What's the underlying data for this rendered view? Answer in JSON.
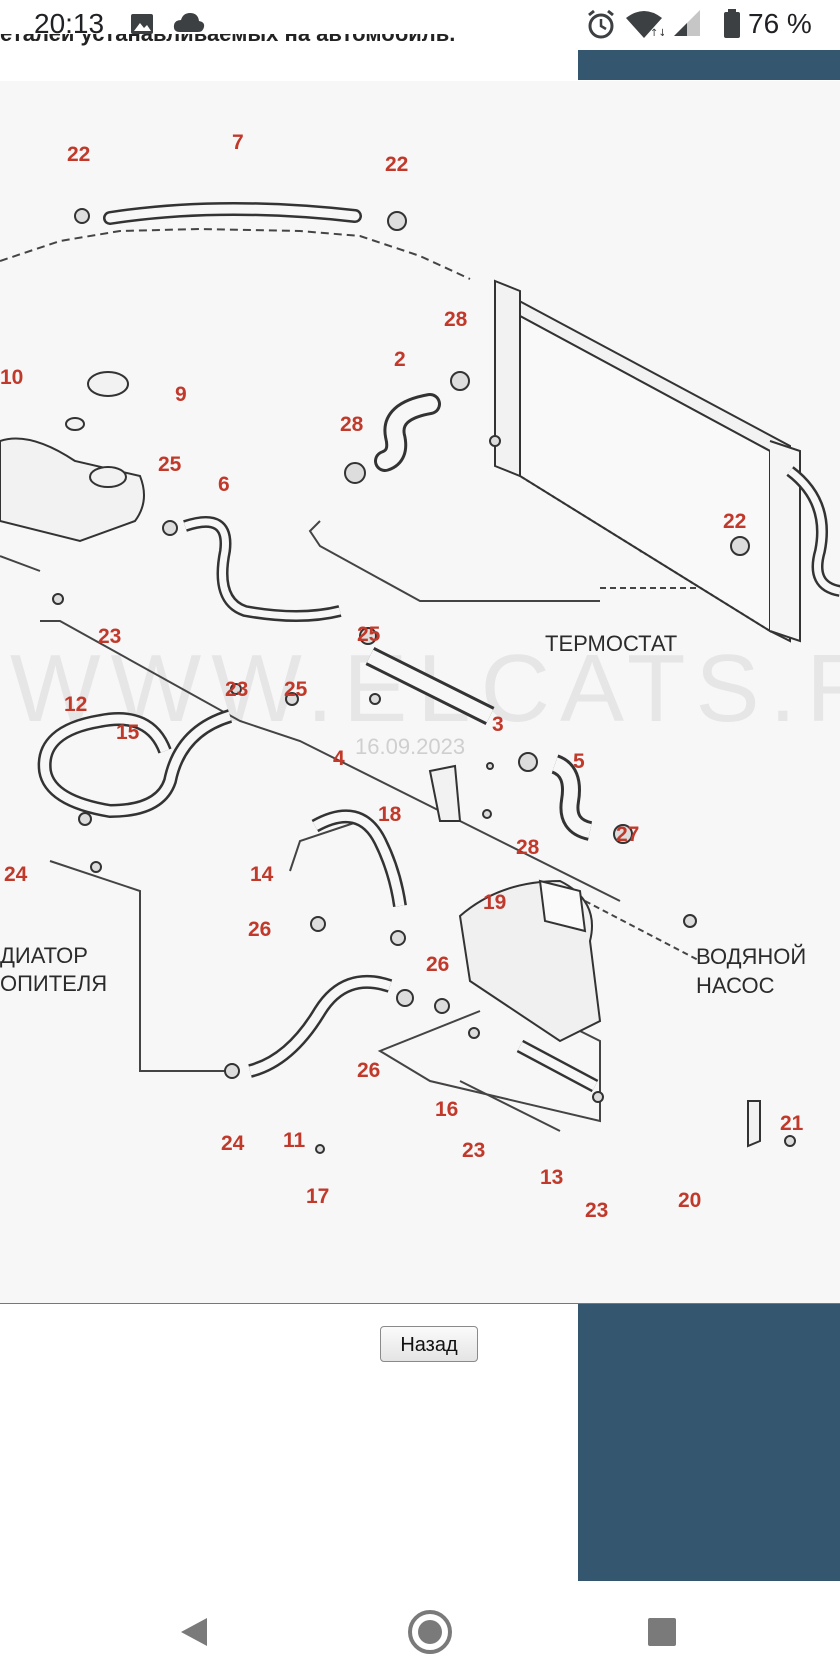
{
  "status_bar": {
    "time": "20:13",
    "battery": "76 %",
    "icons": [
      "image-icon",
      "cloud-icon",
      "alarm-icon",
      "wifi-icon",
      "signal-icon",
      "battery-icon"
    ]
  },
  "header": {
    "text": "еталей устанавливаемых на автомобиль."
  },
  "diagram": {
    "watermark": "WWW.ELCATS.RU",
    "watermark_date": "16.09.2023",
    "labels": {
      "thermostat": "ТЕРМОСТАТ",
      "water_pump_1": "ВОДЯНОЙ",
      "water_pump_2": "НАСОС",
      "heater_1": "ДИАТОР",
      "heater_2": "ОПИТЕЛЯ"
    },
    "part_numbers": [
      "22",
      "7",
      "22",
      "28",
      "2",
      "10",
      "9",
      "28",
      "25",
      "6",
      "22",
      "23",
      "25",
      "12",
      "23",
      "25",
      "3",
      "15",
      "4",
      "5",
      "18",
      "24",
      "28",
      "27",
      "14",
      "19",
      "26",
      "26",
      "24",
      "11",
      "26",
      "16",
      "23",
      "13",
      "17",
      "21",
      "20",
      "23"
    ]
  },
  "back_button": {
    "label": "Назад"
  },
  "nav": {
    "back": "back-nav-icon",
    "home": "home-nav-icon",
    "recents": "recents-nav-icon"
  },
  "colors": {
    "sidebar": "#34566f",
    "part_number": "#c0392b"
  }
}
